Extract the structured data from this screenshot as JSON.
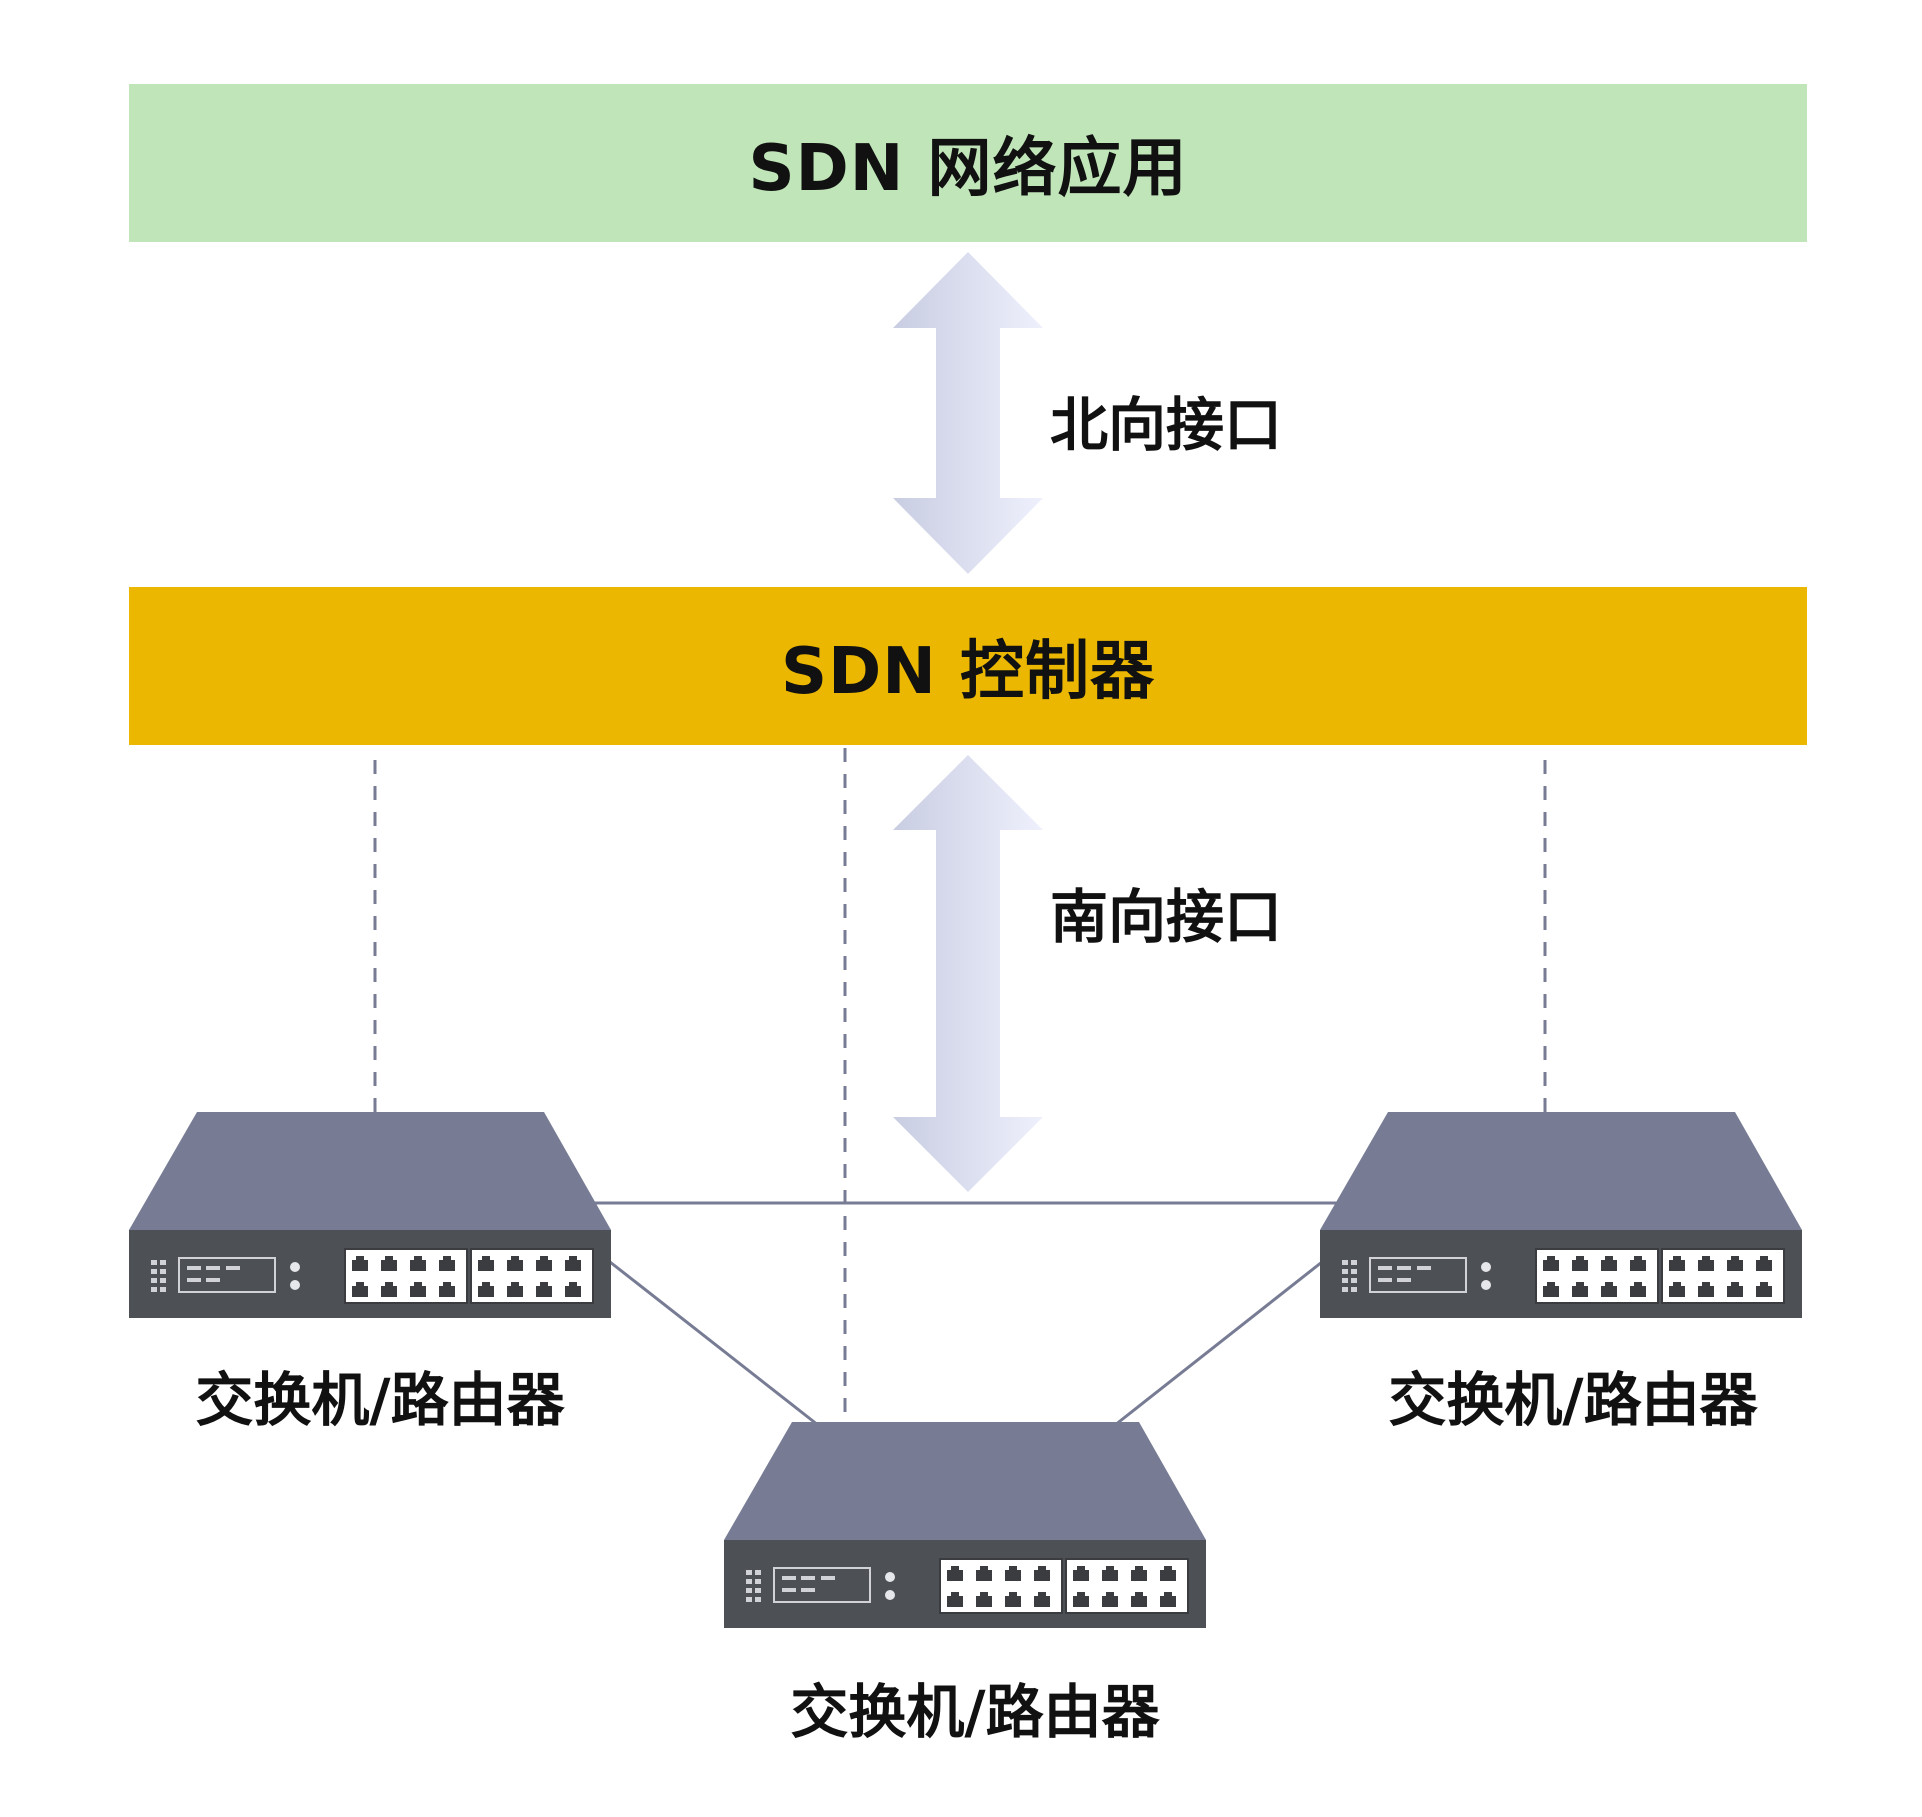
{
  "layers": {
    "apps_label": "SDN 网络应用",
    "apps_color": "#c0e5b9",
    "controller_label": "SDN 控制器",
    "controller_color": "#ecb700"
  },
  "interfaces": {
    "north_label": "北向接口",
    "south_label": "南向接口"
  },
  "devices": {
    "left_label": "交换机/路由器",
    "right_label": "交换机/路由器",
    "bottom_label": "交换机/路由器",
    "top_color": "#777c94",
    "front_color": "#4d5055"
  },
  "arrow_colors": {
    "light": "#eef0fc",
    "dark": "#c9cde2"
  }
}
